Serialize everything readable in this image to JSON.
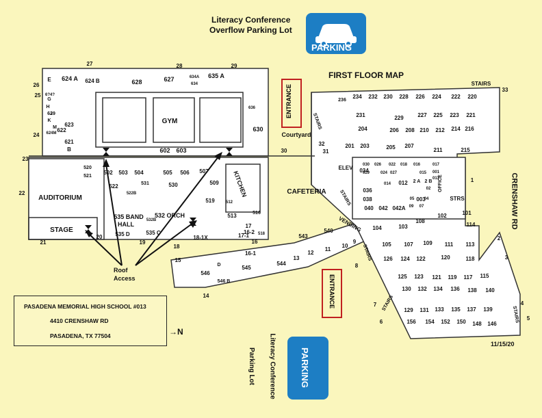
{
  "map": {
    "title": "FIRST FLOOR MAP",
    "date": "11/15/20",
    "overflow_lot": {
      "line1": "Literacy Conference",
      "line2": "Overflow Parking Lot",
      "sign": "PARKING"
    },
    "conf_lot": {
      "line1": "Literacy Conference",
      "line2": "Parking Lot",
      "sign": "PARKING"
    },
    "entrance": "ENTRANCE",
    "street": "CRENSHAW RD",
    "school": {
      "name": "PASADENA MEMORIAL HIGH SCHOOL #013",
      "addr1": "4410 CRENSHAW RD",
      "addr2": "PASADENA, TX 77504",
      "north": "→N"
    },
    "roof": {
      "line1": "Roof",
      "line2": "Access"
    },
    "colors": {
      "building": "#ffffff",
      "walls": "#333333",
      "background": "#faf6bd",
      "parking": "#1d7ec4",
      "entrance": "#c02020"
    },
    "areas": {
      "gym": "GYM",
      "auditorium": "AUDITORIUM",
      "stage": "STAGE",
      "kitchen": "KITCHEN",
      "cafeteria": "CAFETERIA",
      "courtyard": "Courtyard",
      "band": "535 BAND",
      "hall": "HALL",
      "orch": "532 ORCH",
      "vending": "VENDING",
      "office": "OFFICE",
      "elev": "ELEV",
      "strs": "STRS"
    },
    "rooms": [
      "624 A",
      "624 B",
      "628",
      "627",
      "634A",
      "634",
      "635 A",
      "636",
      "630",
      "E",
      "G",
      "H",
      "J",
      "K",
      "M",
      "6?4?",
      "629",
      "623",
      "622",
      "624M",
      "621",
      "B",
      "602",
      "603",
      "502",
      "503",
      "504",
      "505",
      "506",
      "507",
      "509",
      "520",
      "521",
      "522",
      "522B",
      "531",
      "530",
      "519",
      "512",
      "516",
      "513",
      "518",
      "535 D",
      "535 C",
      "532B",
      "543",
      "540",
      "544",
      "546",
      "545",
      "546 B",
      "D",
      "236",
      "234",
      "232",
      "230",
      "228",
      "226",
      "224",
      "222",
      "220",
      "231",
      "229",
      "227",
      "225",
      "223",
      "221",
      "204",
      "206",
      "208",
      "210",
      "212",
      "214",
      "216",
      "201",
      "203",
      "205",
      "207",
      "211",
      "215",
      "034",
      "036",
      "038",
      "040",
      "042",
      "042A",
      "030",
      "029",
      "026",
      "024",
      "022",
      "018",
      "017",
      "016",
      "015",
      "014",
      "012",
      "027",
      "2 A",
      "2 B",
      "02",
      "09",
      "07",
      "05",
      "04",
      "003",
      "001",
      "013",
      "102",
      "101",
      "104",
      "103",
      "108",
      "114",
      "105",
      "107",
      "109",
      "111",
      "113",
      "126",
      "124",
      "122",
      "120",
      "118",
      "125",
      "123",
      "121",
      "119",
      "117",
      "115",
      "130",
      "132",
      "134",
      "136",
      "138",
      "140",
      "129",
      "131",
      "133",
      "135",
      "137",
      "139",
      "156",
      "154",
      "152",
      "150",
      "148",
      "146"
    ],
    "stairs": [
      "STAIRS",
      "STAIRS",
      "STAIRS",
      "STAIRS",
      "STAIRS",
      "STAIRS"
    ],
    "doors": [
      "27",
      "28",
      "29",
      "26",
      "25",
      "24",
      "23",
      "22",
      "21",
      "20",
      "19",
      "18",
      "18-1X",
      "17",
      "17-1",
      "16",
      "16-1",
      "16-2",
      "15",
      "14",
      "13",
      "12",
      "11",
      "10",
      "9",
      "8",
      "7",
      "6",
      "5",
      "4",
      "3",
      "2",
      "1",
      "30",
      "31",
      "32",
      "33"
    ]
  }
}
